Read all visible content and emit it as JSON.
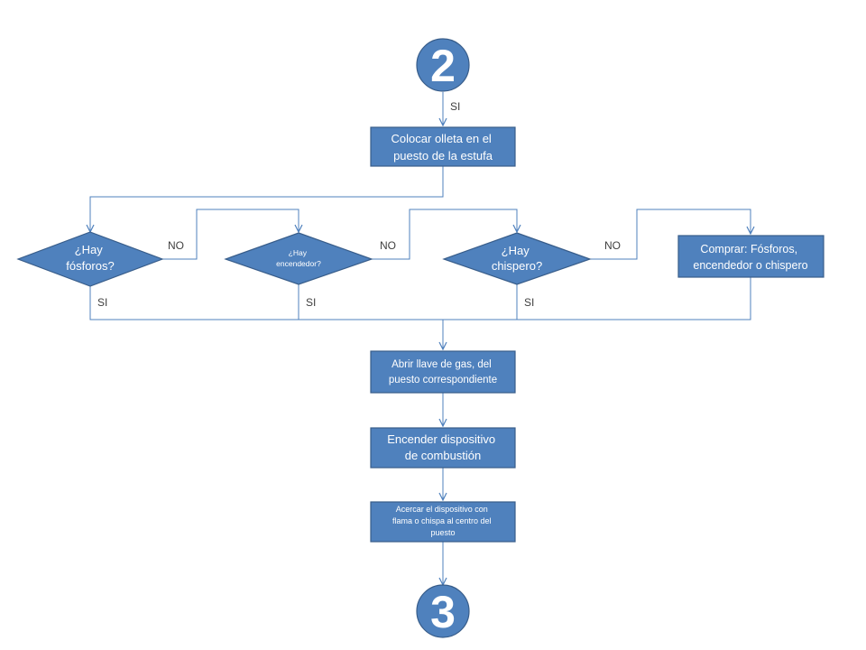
{
  "colors": {
    "node_fill": "#4f81bd",
    "node_stroke": "#385d8a",
    "connector_line": "#4f81bd",
    "label_text": "#404040"
  },
  "connectors": {
    "top": "2",
    "bottom": "3"
  },
  "nodes": {
    "colocar": [
      "Colocar olleta en el",
      "puesto de la estufa"
    ],
    "hay_fosforos": [
      "¿Hay",
      "fósforos?"
    ],
    "hay_encendedor": [
      "¿Hay",
      "encendedor?"
    ],
    "hay_chispero": [
      "¿Hay",
      "chispero?"
    ],
    "comprar": [
      "Comprar: Fósforos,",
      "encendedor o chispero"
    ],
    "abrir_llave": [
      "Abrir llave de gas, del",
      "puesto correspondiente"
    ],
    "encender": [
      "Encender dispositivo",
      "de combustión"
    ],
    "acercar": [
      "Acercar el dispositivo con",
      "flama o chispa al centro del",
      "puesto"
    ]
  },
  "edge_labels": {
    "si_top": "SI",
    "no_fosforos": "NO",
    "no_encendedor": "NO",
    "no_chispero": "NO",
    "si_fosforos": "SI",
    "si_encendedor": "SI",
    "si_chispero": "SI"
  }
}
